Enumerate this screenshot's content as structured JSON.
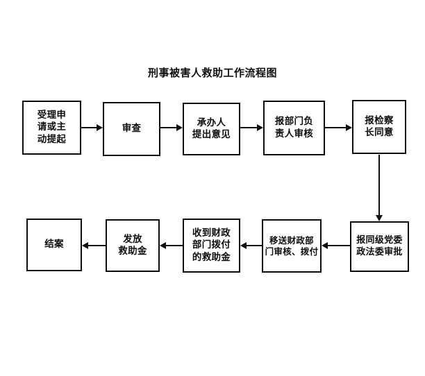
{
  "document": {
    "title": "刑事被害人救助工作流程图",
    "background_color": "#ffffff",
    "line_color": "#0d0d0d",
    "text_color": "#0d0d0d"
  },
  "flowchart": {
    "type": "process-flow",
    "orientation": "serpentine-two-rows",
    "nodes": [
      {
        "id": "n1",
        "step": 1,
        "shape": "rectangle",
        "lines": [
          "受理申",
          "请或主",
          "动提起"
        ],
        "text": "受理申请或主动提起"
      },
      {
        "id": "n2",
        "step": 2,
        "shape": "rectangle",
        "lines": [
          "审查"
        ],
        "text": "审查"
      },
      {
        "id": "n3",
        "step": 3,
        "shape": "rectangle",
        "lines": [
          "承办人",
          "提出意见"
        ],
        "text": "承办人提出意见"
      },
      {
        "id": "n4",
        "step": 4,
        "shape": "rectangle",
        "lines": [
          "报部门负",
          "责人审核"
        ],
        "text": "报部门负责人审核"
      },
      {
        "id": "n5",
        "step": 5,
        "shape": "rectangle",
        "lines": [
          "报检察",
          "长同意"
        ],
        "text": "报检察长同意"
      },
      {
        "id": "n6",
        "step": 6,
        "shape": "rectangle",
        "lines": [
          "报同级党委",
          "政法委审批"
        ],
        "text": "报同级党委政法委审批"
      },
      {
        "id": "n7",
        "step": 7,
        "shape": "rectangle",
        "lines": [
          "移送财政部",
          "门审核、拨付"
        ],
        "text": "移送财政部门审核、拨付"
      },
      {
        "id": "n8",
        "step": 8,
        "shape": "rectangle",
        "lines": [
          "收到财政",
          "部门拨付",
          "的救助金"
        ],
        "text": "收到财政部门拨付的救助金"
      },
      {
        "id": "n9",
        "step": 9,
        "shape": "rectangle",
        "lines": [
          "发放",
          "救助金"
        ],
        "text": "发放救助金"
      },
      {
        "id": "n10",
        "step": 10,
        "shape": "rectangle",
        "lines": [
          "结案"
        ],
        "text": "结案"
      }
    ],
    "edges": [
      {
        "from": "n1",
        "to": "n2",
        "direction": "right"
      },
      {
        "from": "n2",
        "to": "n3",
        "direction": "right"
      },
      {
        "from": "n3",
        "to": "n4",
        "direction": "right"
      },
      {
        "from": "n4",
        "to": "n5",
        "direction": "right"
      },
      {
        "from": "n5",
        "to": "n6",
        "direction": "down"
      },
      {
        "from": "n6",
        "to": "n7",
        "direction": "left"
      },
      {
        "from": "n7",
        "to": "n8",
        "direction": "left"
      },
      {
        "from": "n8",
        "to": "n9",
        "direction": "left"
      },
      {
        "from": "n9",
        "to": "n10",
        "direction": "left"
      }
    ]
  }
}
